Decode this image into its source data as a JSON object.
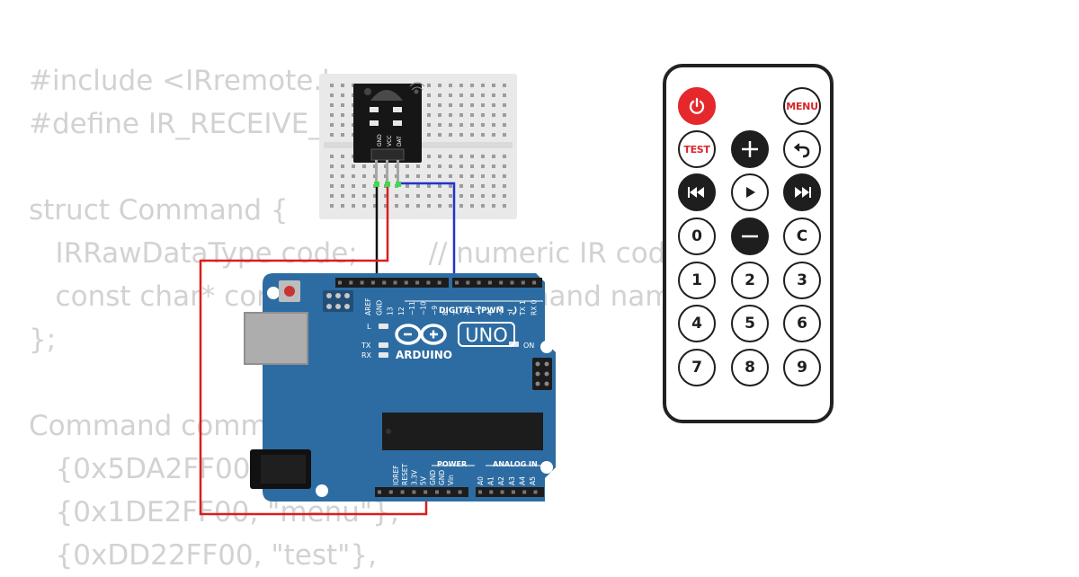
{
  "code_lines": [
    "#include <IRremote.h>",
    "#define IR_RECEIVE_PIN 7",
    "",
    "struct Command {",
    "   IRRawDataType code;        // numeric IR code",
    "   const char* command;       // command name",
    "};",
    "",
    "Command commands[] = {",
    "   {0x5DA2FF00, \"power\"},",
    "   {0x1DE2FF00, \"menu\"},",
    "   {0xDD22FF00, \"test\"},"
  ],
  "sensor_pin_labels": [
    "GND",
    "VCC",
    "DAT"
  ],
  "arduino": {
    "brand": "ARDUINO",
    "model": "UNO",
    "digital_label": "DIGITAL (PWM ~)",
    "top_pin_labels": [
      "AREF",
      "GND",
      "13",
      "12",
      "~11",
      "~10",
      "~9",
      "8",
      "7",
      "~6",
      "~5",
      "4",
      "~3",
      "2",
      "TX 1",
      "RX 0"
    ],
    "power_label": "POWER",
    "analog_label": "ANALOG IN",
    "power_pin_labels": [
      "IOREF",
      "RESET",
      "3.3V",
      "5V",
      "GND",
      "GND",
      "Vin"
    ],
    "analog_pin_labels": [
      "A0",
      "A1",
      "A2",
      "A3",
      "A4",
      "A5"
    ],
    "led_l": "L",
    "led_tx": "TX",
    "led_rx": "RX",
    "led_on": "ON"
  },
  "remote": {
    "menu_label": "MENU",
    "test_label": "TEST",
    "zero_label": "0",
    "c_label": "C",
    "digits": [
      "1",
      "2",
      "3",
      "4",
      "5",
      "6",
      "7",
      "8",
      "9"
    ]
  },
  "colors": {
    "board": "#2d6ca2",
    "wire_red": "#d91e1e",
    "wire_blue": "#2233cc",
    "wire_black": "#111111",
    "power_button": "#e4282b"
  }
}
